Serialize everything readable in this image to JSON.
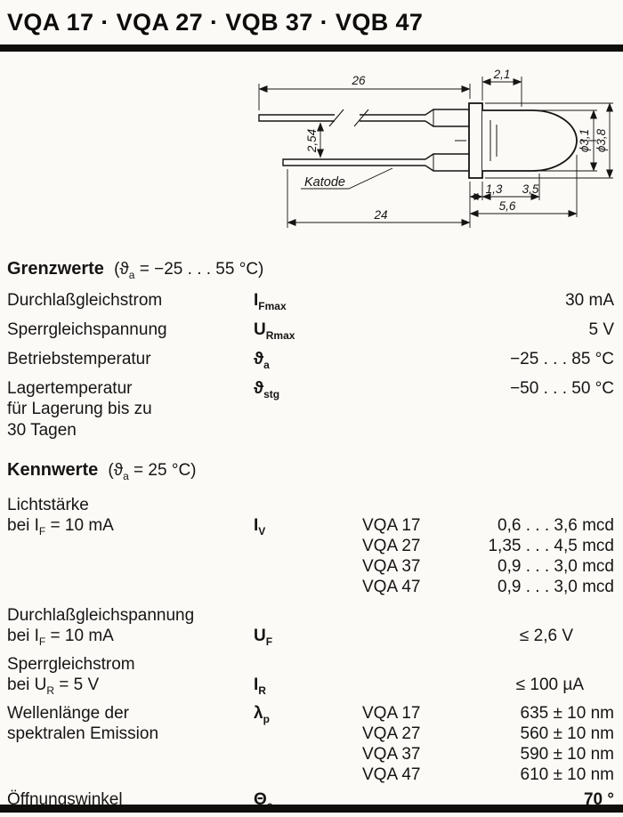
{
  "title": "VQA 17 · VQA 27 · VQB 37 · VQB 47",
  "drawing": {
    "dim_lead_top": "26",
    "dim_tip": "2,1",
    "dim_lead_pitch": "2,54",
    "dim_lead_bottom": "24",
    "dim_flange": "1,3",
    "dim_body": "3,5",
    "dim_total": "5,6",
    "dim_dia_body": "ϕ3,1",
    "dim_dia_flange": "ϕ3,8",
    "cathode_label": "Katode"
  },
  "grenzwerte": {
    "heading": "Grenzwerte",
    "cond_pre": "(ϑ",
    "cond_sub": "a",
    "cond_post": " = −25 . . . 55 °C)",
    "rows": [
      {
        "label": "Durchlaßgleichstrom",
        "sym": "I",
        "sub": "Fmax",
        "value": "30 mA"
      },
      {
        "label": "Sperrgleichspannung",
        "sym": "U",
        "sub": "Rmax",
        "value": "5 V"
      },
      {
        "label": "Betriebstemperatur",
        "sym": "ϑ",
        "sub": "a",
        "value": "−25 . . . 85 °C"
      },
      {
        "label": "Lagertemperatur",
        "label2": "für Lagerung bis zu",
        "label3": "30 Tagen",
        "sym": "ϑ",
        "sub": "stg",
        "value": "−50 . . . 50 °C"
      }
    ]
  },
  "kennwerte": {
    "heading": "Kennwerte",
    "cond_pre": "(ϑ",
    "cond_sub": "a",
    "cond_post": " = 25 °C)",
    "rows": [
      {
        "label1": "Lichtstärke",
        "cond_pre": "bei I",
        "cond_sub": "F",
        "cond_post": " = 10 mA",
        "sym": "I",
        "sub": "V",
        "variants": [
          {
            "name": "VQA 17",
            "value": "0,6 . . . 3,6 mcd"
          },
          {
            "name": "VQA 27",
            "value": "1,35 . . . 4,5 mcd"
          },
          {
            "name": "VQA 37",
            "value": "0,9 . . . 3,0 mcd"
          },
          {
            "name": "VQA 47",
            "value": "0,9 . . . 3,0 mcd"
          }
        ]
      },
      {
        "label1": "Durchlaßgleichspannung",
        "cond_pre": "bei I",
        "cond_sub": "F",
        "cond_post": " = 10 mA",
        "sym": "U",
        "sub": "F",
        "value": "≤ 2,6 V"
      },
      {
        "label1": "Sperrgleichstrom",
        "cond_pre": "bei U",
        "cond_sub": "R",
        "cond_post": " = 5 V",
        "sym": "I",
        "sub": "R",
        "value": "≤ 100 µA"
      },
      {
        "label1": "Wellenlänge der",
        "label2": "spektralen Emission",
        "sym": "λ",
        "sub": "p",
        "variants": [
          {
            "name": "VQA 17",
            "value": "635 ± 10 nm"
          },
          {
            "name": "VQA 27",
            "value": "560 ± 10 nm"
          },
          {
            "name": "VQA 37",
            "value": "590 ± 10 nm"
          },
          {
            "name": "VQA 47",
            "value": "610 ± 10 nm"
          }
        ]
      },
      {
        "label1": "Öffnungswinkel",
        "sym": "Θ",
        "sub": "e",
        "value": "70 °"
      }
    ]
  }
}
